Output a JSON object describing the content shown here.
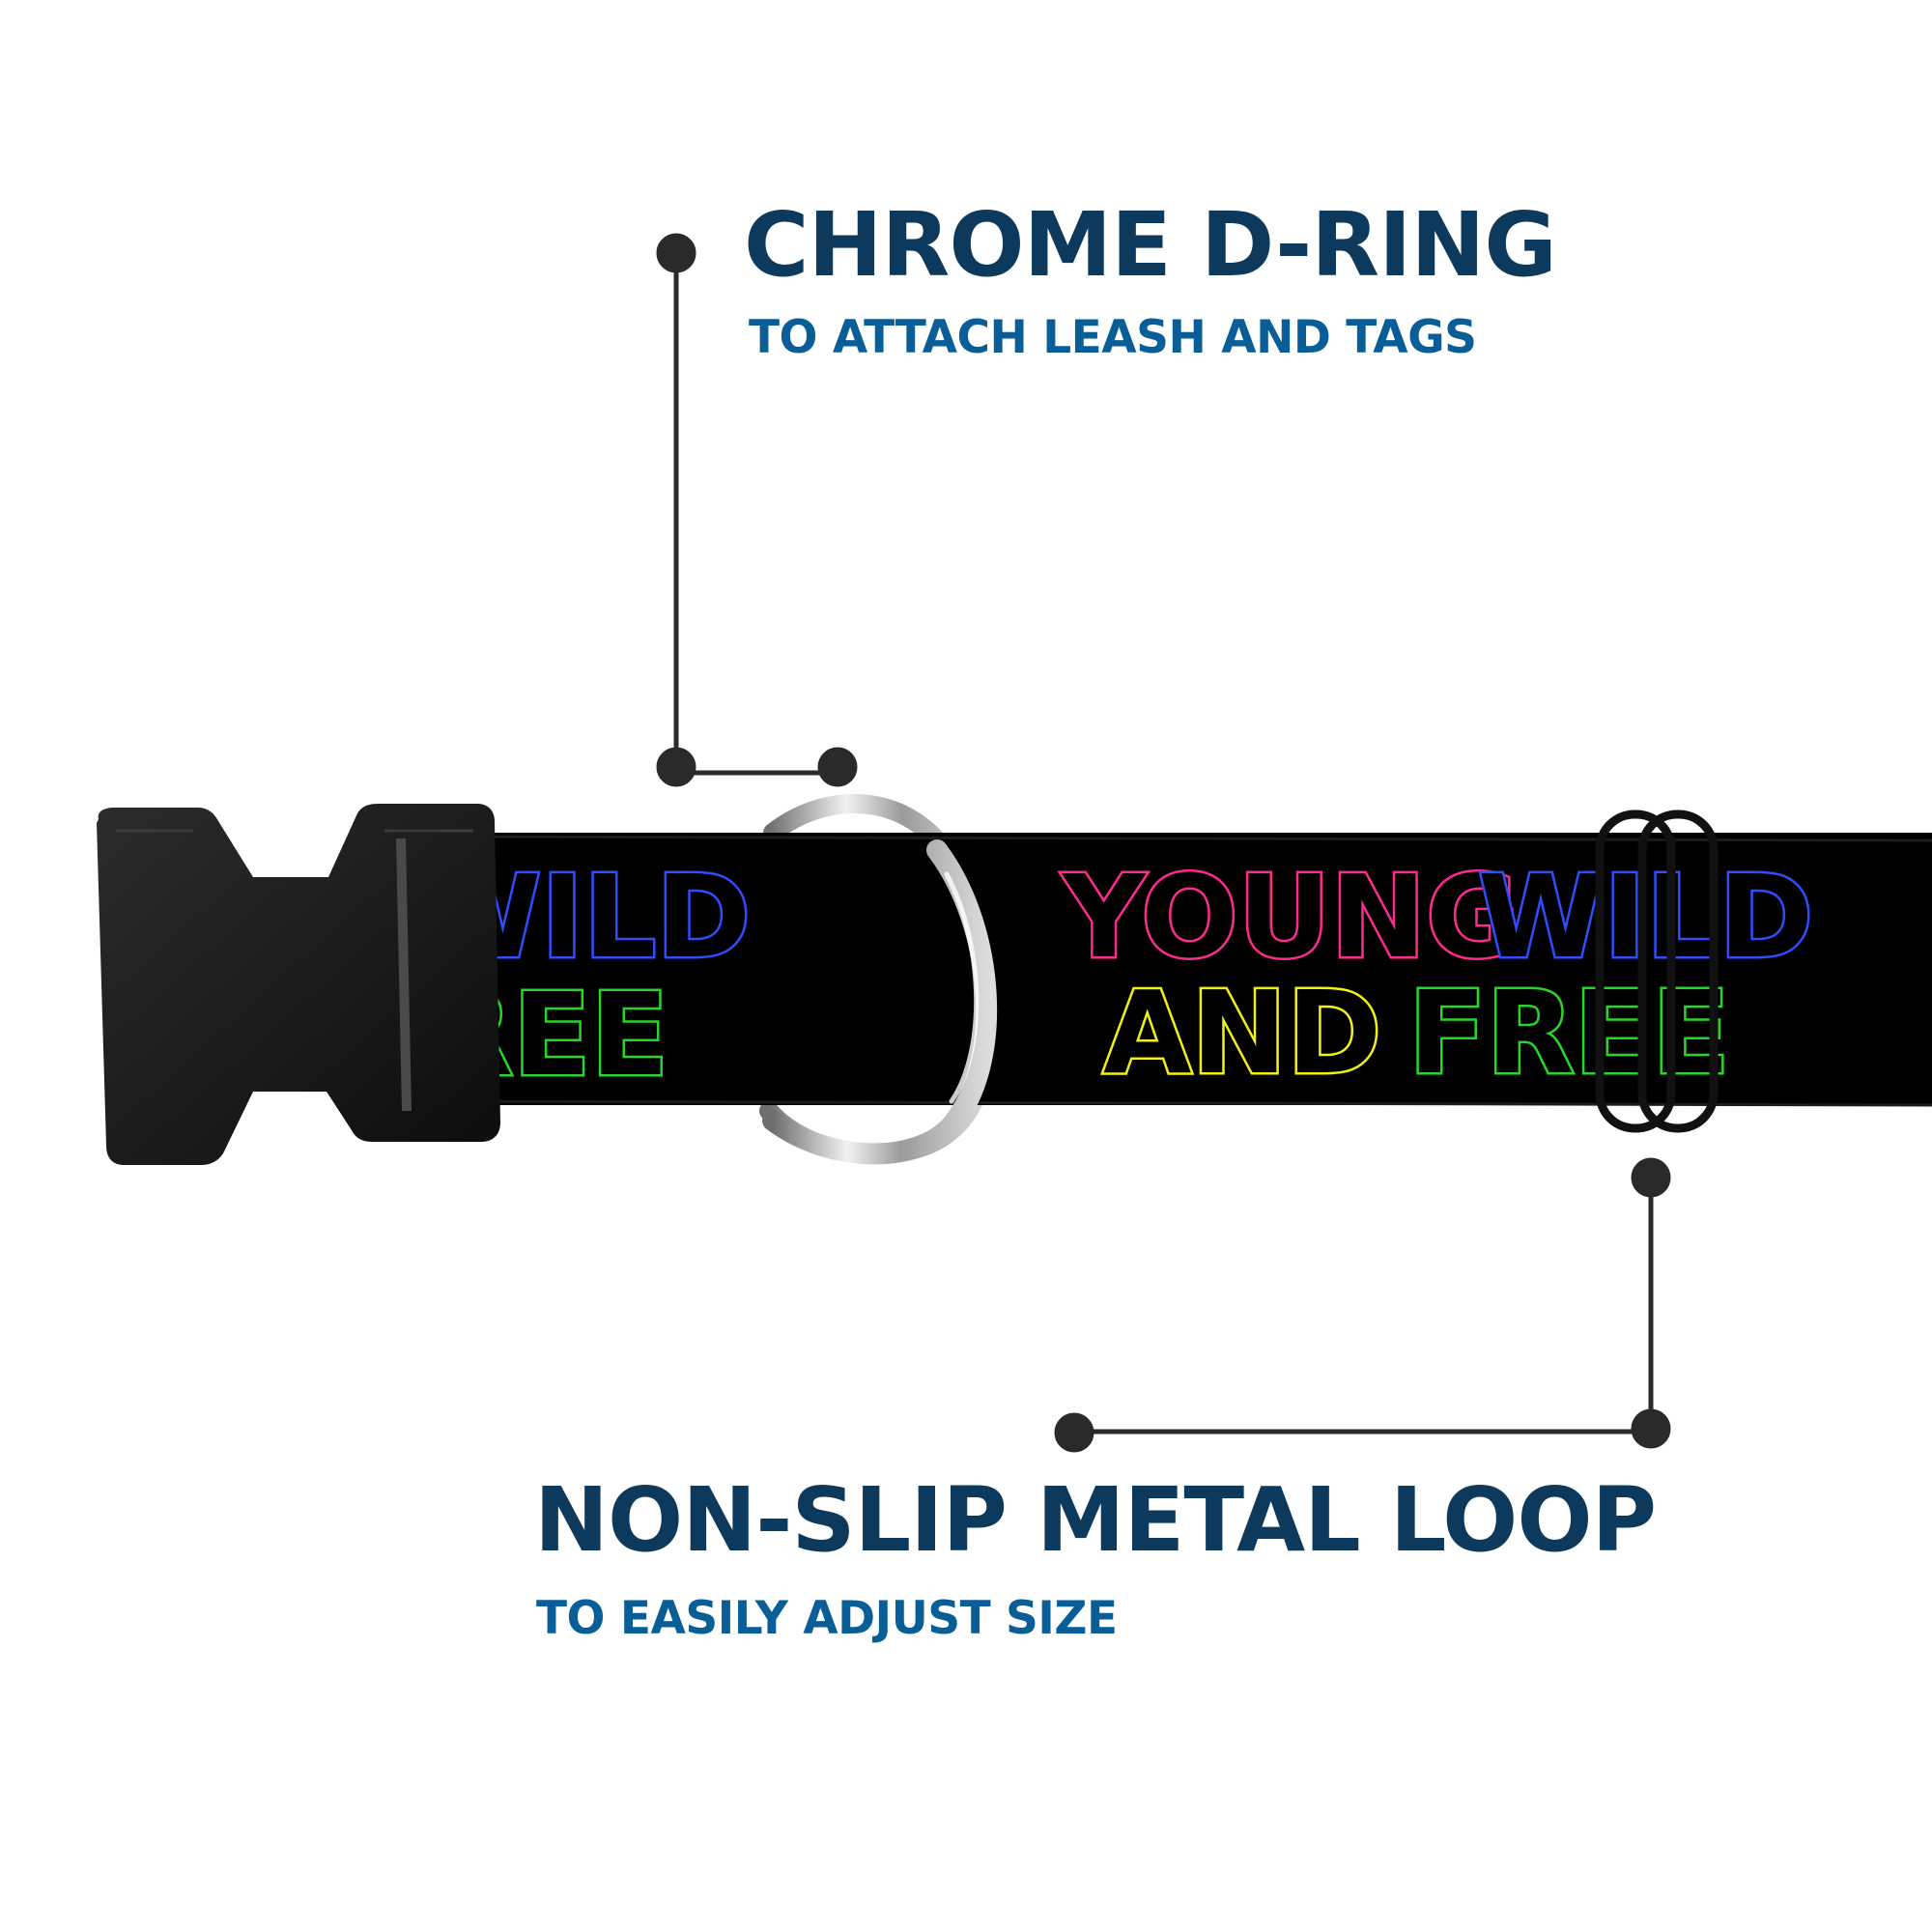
{
  "callouts": {
    "d_ring": {
      "title": "CHROME D-RING",
      "subtitle": "TO ATTACH LEASH AND TAGS"
    },
    "loop": {
      "title": "NON-SLIP METAL LOOP",
      "subtitle": "TO EASILY ADJUST SIZE"
    }
  },
  "collar_print": {
    "left_line1": "WILD",
    "left_line2": "REE",
    "right_line1_word1": "YOUNG",
    "right_line1_word2": "WILD",
    "right_line2_word1": "AND",
    "right_line2_word2": "FREE"
  },
  "colors": {
    "heading": "#0d3a5c",
    "subheading": "#0a5e98",
    "callout_line": "#2a2a2a",
    "collar": "#000000",
    "neon_pink": "#ff2a8f",
    "neon_blue": "#2f4cff",
    "neon_yellow": "#f2ee18",
    "neon_green": "#27d727"
  },
  "icons": {
    "buckle": "side-release-buckle-icon",
    "d_ring": "d-ring-icon",
    "loop": "slide-loop-icon"
  }
}
